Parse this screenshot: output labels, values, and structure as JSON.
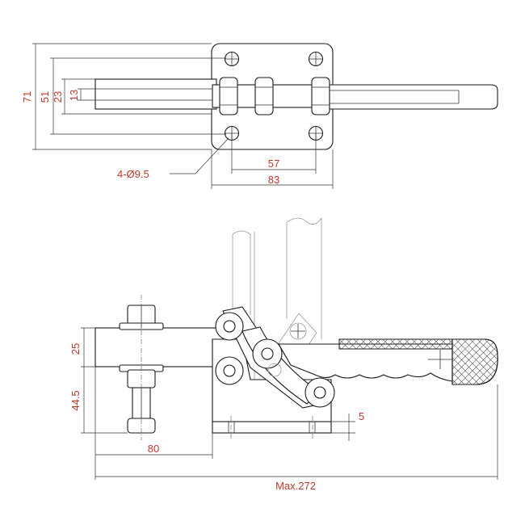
{
  "top_view": {
    "dim_71": "71",
    "dim_51": "51",
    "dim_23": "23",
    "dim_13": "13",
    "dim_57": "57",
    "dim_83": "83",
    "hole_callout": "4-Ø9.5"
  },
  "side_view": {
    "dim_25": "25",
    "dim_44_5": "44.5",
    "dim_5": "5",
    "dim_80": "80",
    "dim_max": "Max.272"
  },
  "colors": {
    "dimension_text": "#c0392b",
    "line": "#1a1a1a"
  }
}
